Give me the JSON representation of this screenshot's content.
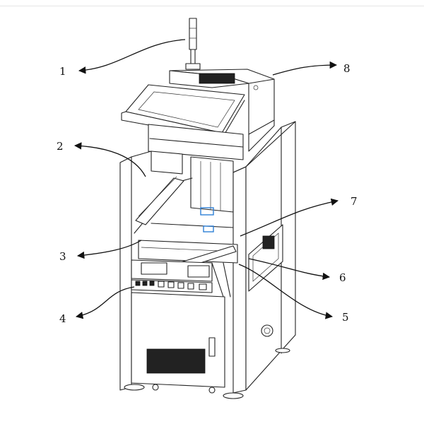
{
  "callouts": [
    {
      "id": "1",
      "text": "1"
    },
    {
      "id": "2",
      "text": "2"
    },
    {
      "id": "3",
      "text": "3"
    },
    {
      "id": "4",
      "text": "4"
    },
    {
      "id": "5",
      "text": "5"
    },
    {
      "id": "6",
      "text": "6"
    },
    {
      "id": "7",
      "text": "7"
    },
    {
      "id": "8",
      "text": "8"
    }
  ],
  "colors": {
    "line": "#222222",
    "accent": "#2d7fd6",
    "background": "#ffffff"
  }
}
